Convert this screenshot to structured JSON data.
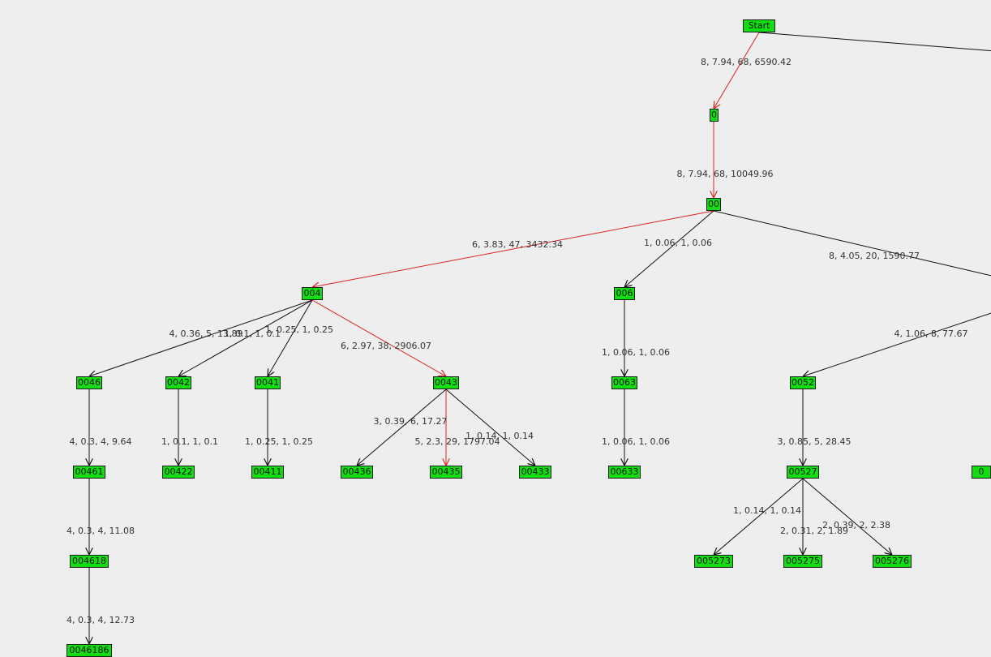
{
  "colors": {
    "background": "#eeeeee",
    "node_fill": "#11dd11",
    "edge_default": "#111111",
    "edge_highlight": "#dd2222",
    "label_text": "#333333"
  },
  "nodes": [
    {
      "id": "Start",
      "label": "Start"
    },
    {
      "id": "0",
      "label": "0"
    },
    {
      "id": "00",
      "label": "00"
    },
    {
      "id": "004",
      "label": "004"
    },
    {
      "id": "006",
      "label": "006"
    },
    {
      "id": "0046",
      "label": "0046"
    },
    {
      "id": "0042",
      "label": "0042"
    },
    {
      "id": "0041",
      "label": "0041"
    },
    {
      "id": "0043",
      "label": "0043"
    },
    {
      "id": "0063",
      "label": "0063"
    },
    {
      "id": "0052",
      "label": "0052"
    },
    {
      "id": "00461",
      "label": "00461"
    },
    {
      "id": "00422",
      "label": "00422"
    },
    {
      "id": "00411",
      "label": "00411"
    },
    {
      "id": "00436",
      "label": "00436"
    },
    {
      "id": "00435",
      "label": "00435"
    },
    {
      "id": "00433",
      "label": "00433"
    },
    {
      "id": "00633",
      "label": "00633"
    },
    {
      "id": "00527",
      "label": "00527"
    },
    {
      "id": "004618",
      "label": "004618"
    },
    {
      "id": "005273",
      "label": "005273"
    },
    {
      "id": "005275",
      "label": "005275"
    },
    {
      "id": "005276",
      "label": "005276"
    },
    {
      "id": "partial_bottom",
      "label": "0046186"
    },
    {
      "id": "partial_right",
      "label": "0"
    }
  ],
  "edges": [
    {
      "from": "Start",
      "to": "0",
      "label": "8, 7.94, 68, 6590.42",
      "highlight": true
    },
    {
      "from": "0",
      "to": "00",
      "label": "8, 7.94, 68, 10049.96",
      "highlight": true
    },
    {
      "from": "00",
      "to": "004",
      "label": "6, 3.83, 47, 3432.34",
      "highlight": true
    },
    {
      "from": "00",
      "to": "006",
      "label": "1, 0.06, 1, 0.06",
      "highlight": false
    },
    {
      "from": "004",
      "to": "0046",
      "label": "4, 0.36, 5, 13.89",
      "highlight": false
    },
    {
      "from": "004",
      "to": "0042",
      "label": "1, 0.1, 1, 0.1",
      "highlight": false
    },
    {
      "from": "004",
      "to": "0041",
      "label": "1, 0.25, 1, 0.25",
      "highlight": false
    },
    {
      "from": "004",
      "to": "0043",
      "label": "6, 2.97, 38, 2906.07",
      "highlight": true
    },
    {
      "from": "006",
      "to": "0063",
      "label": "1, 0.06, 1, 0.06",
      "highlight": false
    },
    {
      "from": "0046",
      "to": "00461",
      "label": "4, 0.3, 4, 9.64",
      "highlight": false
    },
    {
      "from": "0042",
      "to": "00422",
      "label": "1, 0.1, 1, 0.1",
      "highlight": false
    },
    {
      "from": "0041",
      "to": "00411",
      "label": "1, 0.25, 1, 0.25",
      "highlight": false
    },
    {
      "from": "0043",
      "to": "00436",
      "label": "3, 0.39, 6, 17.27",
      "highlight": false
    },
    {
      "from": "0043",
      "to": "00435",
      "label": "5, 2.3, 29, 1797.04",
      "highlight": true
    },
    {
      "from": "0043",
      "to": "00433",
      "label": "1, 0.14, 1, 0.14",
      "highlight": false
    },
    {
      "from": "0063",
      "to": "00633",
      "label": "1, 0.06, 1, 0.06",
      "highlight": false
    },
    {
      "from": "0052",
      "to": "00527",
      "label": "3, 0.85, 5, 28.45",
      "highlight": false
    },
    {
      "from": "00461",
      "to": "004618",
      "label": "4, 0.3, 4, 11.08",
      "highlight": false
    },
    {
      "from": "00527",
      "to": "005273",
      "label": "1, 0.14, 1, 0.14",
      "highlight": false
    },
    {
      "from": "00527",
      "to": "005275",
      "label": "2, 0.31, 2, 1.89",
      "highlight": false
    },
    {
      "from": "00527",
      "to": "005276",
      "label": "2, 0.39, 2, 2.38",
      "highlight": false
    },
    {
      "from": "004618",
      "to": "partial_bottom",
      "label": "4, 0.3, 4, 12.73",
      "highlight": false
    },
    {
      "from": "00",
      "to": "offscreen_a",
      "label": "8, 4.05, 20, 1590.77",
      "highlight": false
    },
    {
      "from": "offscreen_b",
      "to": "0052",
      "label": "4, 1.06, 8, 77.67",
      "highlight": false
    },
    {
      "from": "Start",
      "to": "offscreen_c",
      "label": "",
      "highlight": false
    }
  ]
}
